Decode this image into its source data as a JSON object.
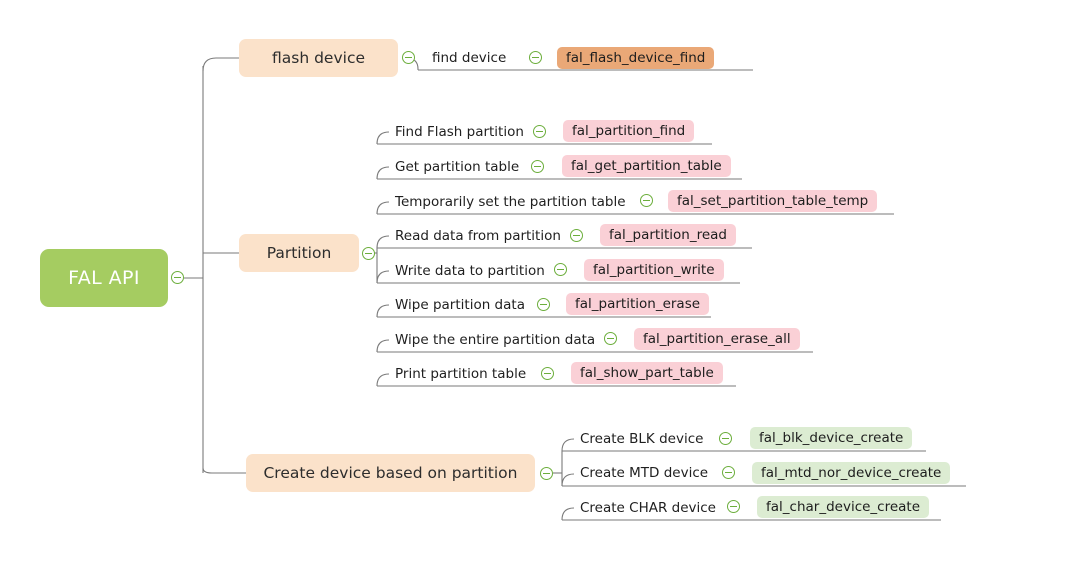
{
  "diagram": {
    "type": "mind-map",
    "title": "FAL API",
    "colors": {
      "root_fill": "#a5cc61",
      "branch_fill": "#fbe2ca",
      "badge_orange": "#eaa877",
      "badge_pink": "#fad0d6",
      "badge_green": "#dcecd2",
      "edge_stroke": "#7a7a7a",
      "toggle_stroke": "#6cae3c",
      "background": "#ffffff"
    },
    "root": {
      "label": "FAL API",
      "toggle": "collapse-toggle"
    },
    "branches": [
      {
        "id": "flash-device",
        "label": "flash device",
        "toggle": "collapse-toggle",
        "children": [
          {
            "label": "find device",
            "toggle": "collapse-toggle",
            "badge": "fal_flash_device_find",
            "badge_color": "orange"
          }
        ]
      },
      {
        "id": "partition",
        "label": "Partition",
        "toggle": "collapse-toggle",
        "children": [
          {
            "label": "Find Flash partition",
            "toggle": "collapse-toggle",
            "badge": "fal_partition_find",
            "badge_color": "pink"
          },
          {
            "label": "Get partition table",
            "toggle": "collapse-toggle",
            "badge": "fal_get_partition_table",
            "badge_color": "pink"
          },
          {
            "label": "Temporarily set the partition table",
            "toggle": "collapse-toggle",
            "badge": "fal_set_partition_table_temp",
            "badge_color": "pink"
          },
          {
            "label": "Read data from partition",
            "toggle": "collapse-toggle",
            "badge": "fal_partition_read",
            "badge_color": "pink"
          },
          {
            "label": "Write data to partition",
            "toggle": "collapse-toggle",
            "badge": "fal_partition_write",
            "badge_color": "pink"
          },
          {
            "label": "Wipe partition data",
            "toggle": "collapse-toggle",
            "badge": "fal_partition_erase",
            "badge_color": "pink"
          },
          {
            "label": "Wipe the entire partition data",
            "toggle": "collapse-toggle",
            "badge": "fal_partition_erase_all",
            "badge_color": "pink"
          },
          {
            "label": "Print partition table",
            "toggle": "collapse-toggle",
            "badge": "fal_show_part_table",
            "badge_color": "pink"
          }
        ]
      },
      {
        "id": "create-device",
        "label": "Create device based on partition",
        "toggle": "collapse-toggle",
        "children": [
          {
            "label": "Create BLK device",
            "toggle": "collapse-toggle",
            "badge": "fal_blk_device_create",
            "badge_color": "green"
          },
          {
            "label": "Create MTD device",
            "toggle": "collapse-toggle",
            "badge": "fal_mtd_nor_device_create",
            "badge_color": "green"
          },
          {
            "label": "Create CHAR device",
            "toggle": "collapse-toggle",
            "badge": "fal_char_device_create",
            "badge_color": "green"
          }
        ]
      }
    ]
  }
}
